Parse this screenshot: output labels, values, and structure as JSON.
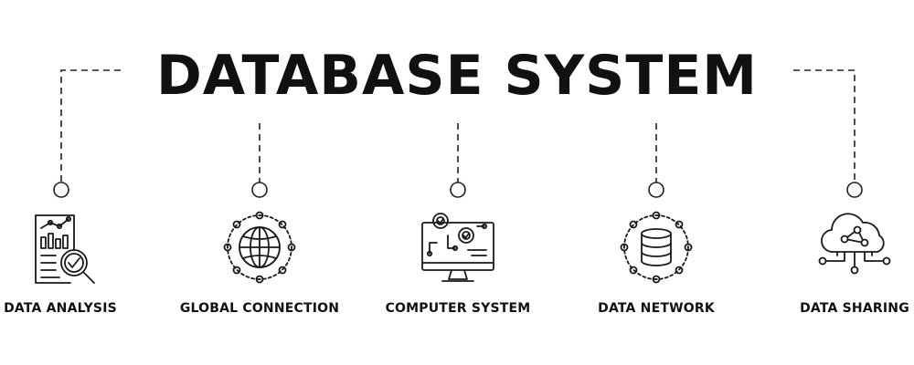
{
  "title": "DATABASE SYSTEM",
  "items": [
    {
      "label": "DATA ANALYSIS",
      "icon": "report-magnifier-icon"
    },
    {
      "label": "GLOBAL CONNECTION",
      "icon": "globe-network-icon"
    },
    {
      "label": "COMPUTER SYSTEM",
      "icon": "monitor-gears-icon"
    },
    {
      "label": "DATA NETWORK",
      "icon": "database-network-icon"
    },
    {
      "label": "DATA SHARING",
      "icon": "cloud-share-icon"
    }
  ]
}
